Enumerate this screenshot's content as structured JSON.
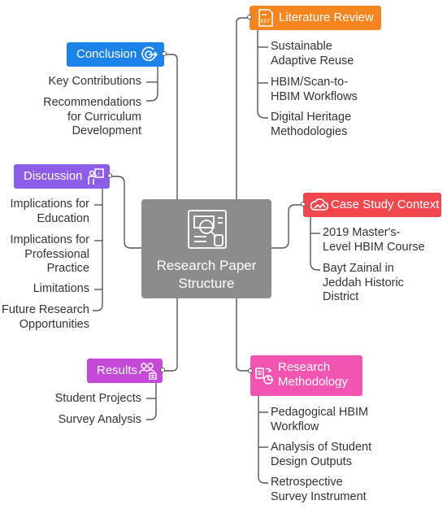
{
  "center": {
    "title_line1": "Research Paper",
    "title_line2": "Structure",
    "icon": "diagram-document-icon"
  },
  "branches": {
    "literature_review": {
      "label": "Literature Review",
      "icon": "key-document-icon",
      "color": "#f5851f",
      "items": [
        [
          "Sustainable",
          "Adaptive Reuse"
        ],
        [
          "HBIM/Scan-to-",
          "HBIM Workflows"
        ],
        [
          "Digital Heritage",
          "Methodologies"
        ]
      ]
    },
    "case_study": {
      "label": "Case Study Context",
      "icon": "mountain-cloud-icon",
      "color": "#f0474f",
      "items": [
        [
          "2019 Master's-",
          "Level HBIM Course"
        ],
        [
          "Bayt Zainal in",
          "Jeddah Historic",
          "District"
        ]
      ]
    },
    "methodology": {
      "label_line1": "Research",
      "label_line2": "Methodology",
      "icon": "document-pie-icon",
      "color": "#f155b1",
      "items": [
        [
          "Pedagogical HBIM",
          "Workflow"
        ],
        [
          "Analysis of Student",
          "Design Outputs"
        ],
        [
          "Retrospective",
          "Survey Instrument"
        ]
      ]
    },
    "results": {
      "label": "Results",
      "icon": "users-document-icon",
      "color": "#c64ad9",
      "items": [
        [
          "Student Projects"
        ],
        [
          "Survey Analysis"
        ]
      ]
    },
    "discussion": {
      "label": "Discussion",
      "icon": "presenter-icon",
      "color": "#8b5de8",
      "items": [
        [
          "Implications for",
          "Education"
        ],
        [
          "Implications for",
          "Professional",
          "Practice"
        ],
        [
          "Limitations"
        ],
        [
          "Future Research",
          "Opportunities"
        ]
      ]
    },
    "conclusion": {
      "label": "Conclusion",
      "icon": "target-arrow-icon",
      "color": "#1b82e8",
      "items": [
        [
          "Key Contributions"
        ],
        [
          "Recommendations",
          "for Curriculum",
          "Development"
        ]
      ]
    }
  }
}
